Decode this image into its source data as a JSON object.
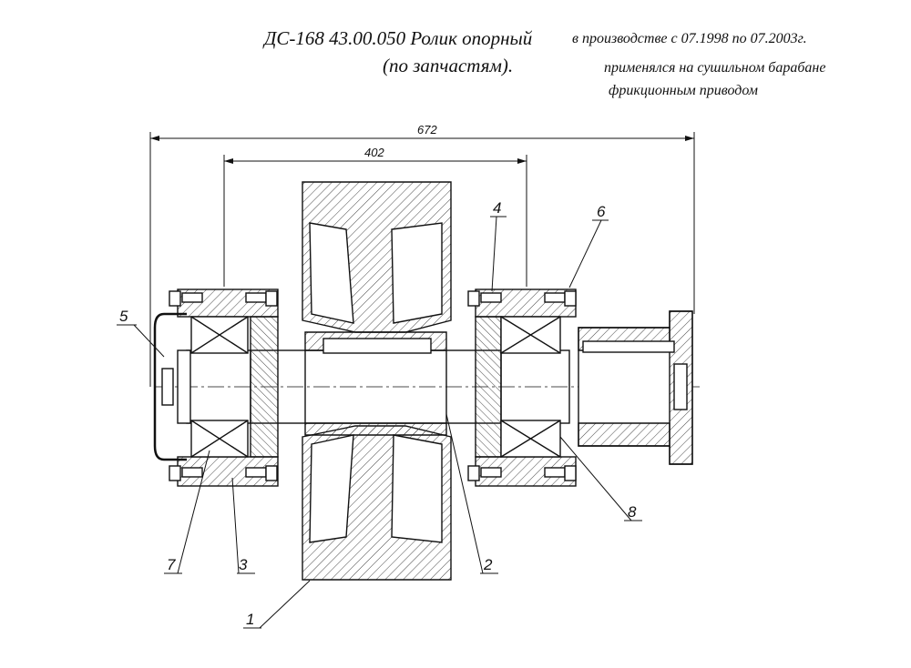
{
  "title": {
    "main": "ДС-168 43.00.050 Ролик опорный",
    "sub": "(по запчастям)."
  },
  "notes": {
    "line1": "в производстве с 07.1998 по 07.2003г.",
    "line2": "применялся на сушильном барабане",
    "line3": "фрикционным приводом"
  },
  "dimensions": {
    "overall": "672",
    "inner": "402"
  },
  "part_labels": [
    "1",
    "2",
    "3",
    "4",
    "5",
    "6",
    "7",
    "8"
  ]
}
